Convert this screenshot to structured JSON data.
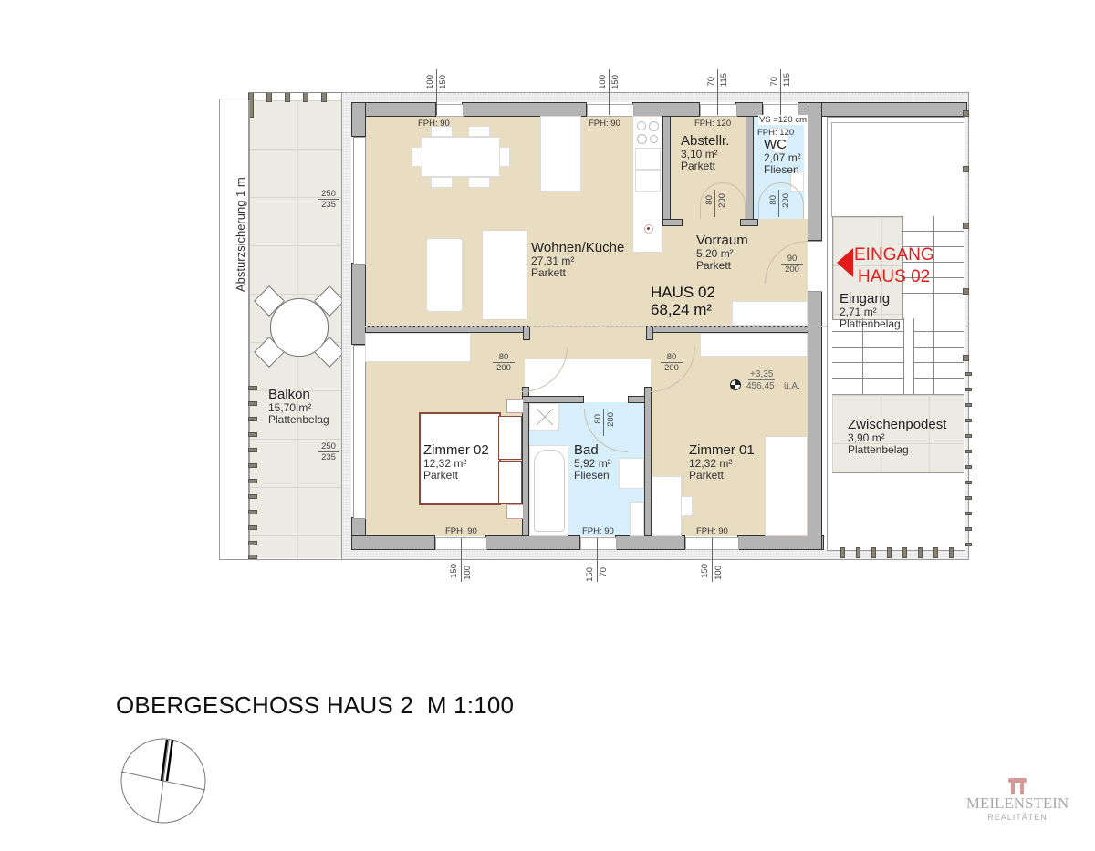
{
  "plan": {
    "title": "OBERGESCHOSS HAUS 2  M 1:100",
    "unit": {
      "name": "HAUS 02",
      "area": "68,24 m²"
    },
    "entrance_label": {
      "line1": "EINGANG",
      "line2": "HAUS 02",
      "color": "#e31b1b"
    },
    "railing_label": "Absturzsicherung 1 m",
    "elevation": {
      "top": "+3,35",
      "bottom": "456,45",
      "suffix": "ü.A."
    },
    "vs_note": "VS =120 cm",
    "rooms": [
      {
        "id": "wohnen",
        "name": "Wohnen/Küche",
        "area": "27,31 m²",
        "floor": "Parkett"
      },
      {
        "id": "abstell",
        "name": "Abstellr.",
        "area": "3,10 m²",
        "floor": "Parkett"
      },
      {
        "id": "wc",
        "name": "WC",
        "area": "2,07 m²",
        "floor": "Fliesen"
      },
      {
        "id": "vorraum",
        "name": "Vorraum",
        "area": "5,20 m²",
        "floor": "Parkett"
      },
      {
        "id": "zimmer02",
        "name": "Zimmer 02",
        "area": "12,32 m²",
        "floor": "Parkett"
      },
      {
        "id": "bad",
        "name": "Bad",
        "area": "5,92 m²",
        "floor": "Fliesen"
      },
      {
        "id": "zimmer01",
        "name": "Zimmer 01",
        "area": "12,32 m²",
        "floor": "Parkett"
      },
      {
        "id": "balkon",
        "name": "Balkon",
        "area": "15,70 m²",
        "floor": "Plattenbelag"
      },
      {
        "id": "eingang",
        "name": "Eingang",
        "area": "2,71 m²",
        "floor": "Plattenbelag"
      },
      {
        "id": "zwischenpodest",
        "name": "Zwischenpodest",
        "area": "3,90 m²",
        "floor": "Plattenbelag"
      }
    ],
    "fph": {
      "wohnen_left": "FPH: 90",
      "wohnen_right": "FPH: 90",
      "abstell": "FPH: 120",
      "wc": "FPH: 120",
      "zimmer02": "FPH: 90",
      "bad": "FPH: 90",
      "zimmer01": "FPH: 90"
    },
    "window_dims": {
      "top1": {
        "a": "100",
        "b": "150"
      },
      "top2": {
        "a": "100",
        "b": "150"
      },
      "top3": {
        "a": "70",
        "b": "115"
      },
      "top4": {
        "a": "70",
        "b": "115"
      },
      "bottom1": {
        "a": "150",
        "b": "100"
      },
      "bottom2": {
        "a": "150",
        "b": "70"
      },
      "bottom3": {
        "a": "150",
        "b": "100"
      },
      "balcony_upper": {
        "a": "250",
        "b": "235"
      },
      "balcony_lower": {
        "a": "250",
        "b": "235"
      }
    },
    "door_dims": {
      "abstell": {
        "w": "80",
        "h": "200"
      },
      "wc": {
        "w": "80",
        "h": "200"
      },
      "entrance": {
        "w": "90",
        "h": "200"
      },
      "zimmer02": {
        "w": "80",
        "h": "200"
      },
      "zimmer01": {
        "w": "80",
        "h": "200"
      },
      "bad": {
        "w": "80",
        "h": "200"
      }
    }
  },
  "logo": {
    "name": "MEILENSTEIN",
    "sub": "REALITÄTEN",
    "color": "#d49a9a"
  }
}
